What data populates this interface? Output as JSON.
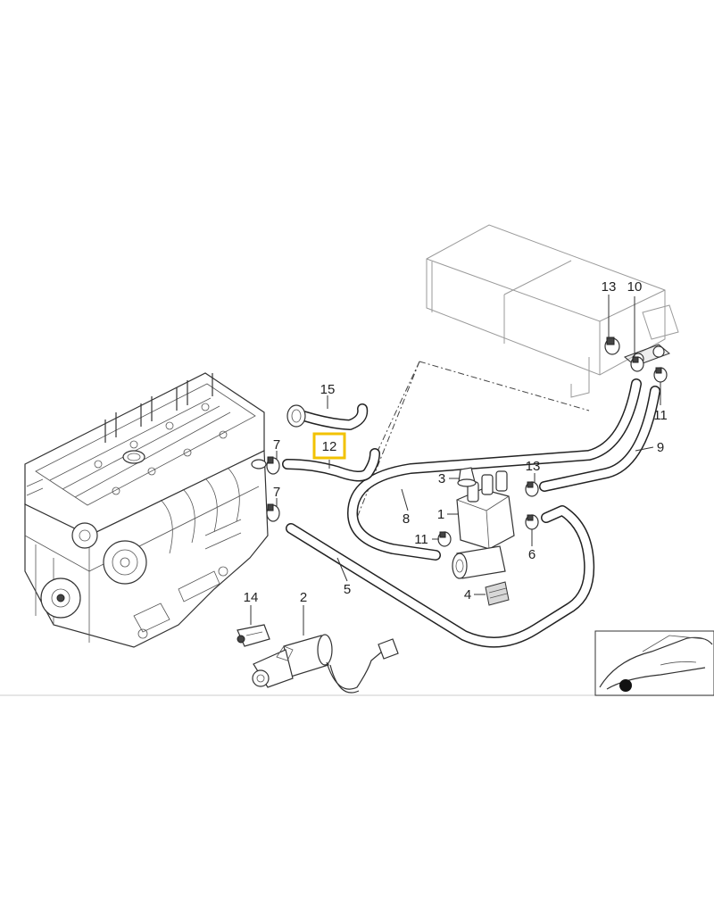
{
  "highlight_color": "#f2c200",
  "labels": {
    "p1": "1",
    "p2": "2",
    "p3": "3",
    "p4": "4",
    "p5": "5",
    "p6": "6",
    "p7a": "7",
    "p7b": "7",
    "p8": "8",
    "p9": "9",
    "p10": "10",
    "p11a": "11",
    "p11b": "11",
    "p12": "12",
    "p13a": "13",
    "p13b": "13",
    "p14": "14",
    "p15": "15"
  }
}
